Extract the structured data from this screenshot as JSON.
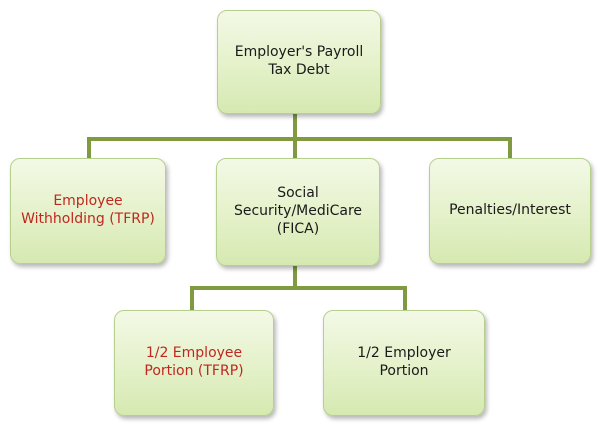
{
  "nodes": {
    "root": {
      "label": "Employer's Payroll\nTax Debt"
    },
    "employee_withholding": {
      "label": "Employee\nWithholding (TFRP)",
      "highlighted": true
    },
    "fica": {
      "label": "Social\nSecurity/MediCare\n(FICA)"
    },
    "penalties": {
      "label": "Penalties/Interest"
    },
    "employee_half": {
      "label": "1/2 Employee\nPortion (TFRP)",
      "highlighted": true
    },
    "employer_half": {
      "label": "1/2 Employer\nPortion"
    }
  },
  "colors": {
    "box_fill": "#e4f1c9",
    "box_border": "#b7cf8c",
    "connector": "#7f9a3f",
    "highlight_text": "#c0271f",
    "default_text": "#1a1a1a"
  }
}
